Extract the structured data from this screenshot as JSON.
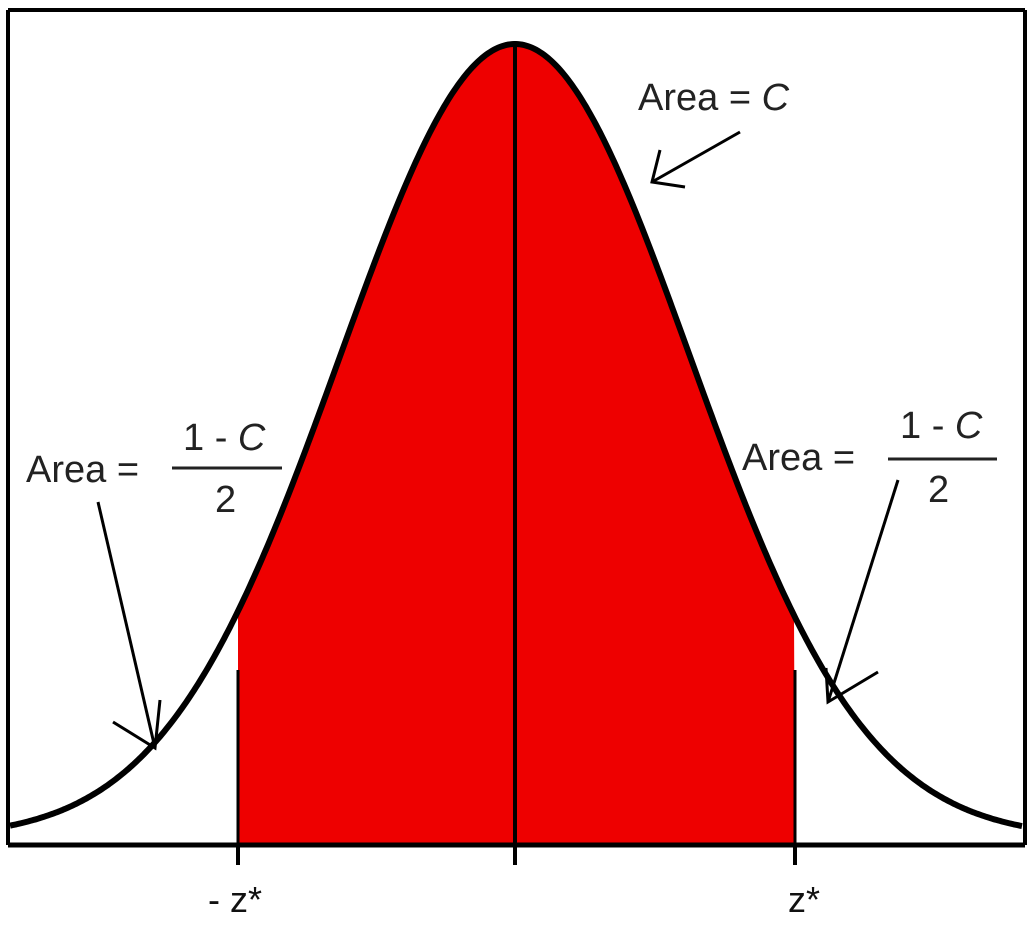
{
  "labels": {
    "center": {
      "prefix": "Area = ",
      "var": "C"
    },
    "left": {
      "prefix": "Area = ",
      "numerator_a": "1 - ",
      "numerator_var": "C",
      "denominator": "2"
    },
    "right": {
      "prefix": "Area = ",
      "numerator_a": "1 - ",
      "numerator_var": "C",
      "denominator": "2"
    }
  },
  "ticks": {
    "left": "- z*",
    "right": "z*"
  },
  "colors": {
    "fill": "#ee0000",
    "stroke": "#000000",
    "background": "#ffffff"
  }
}
